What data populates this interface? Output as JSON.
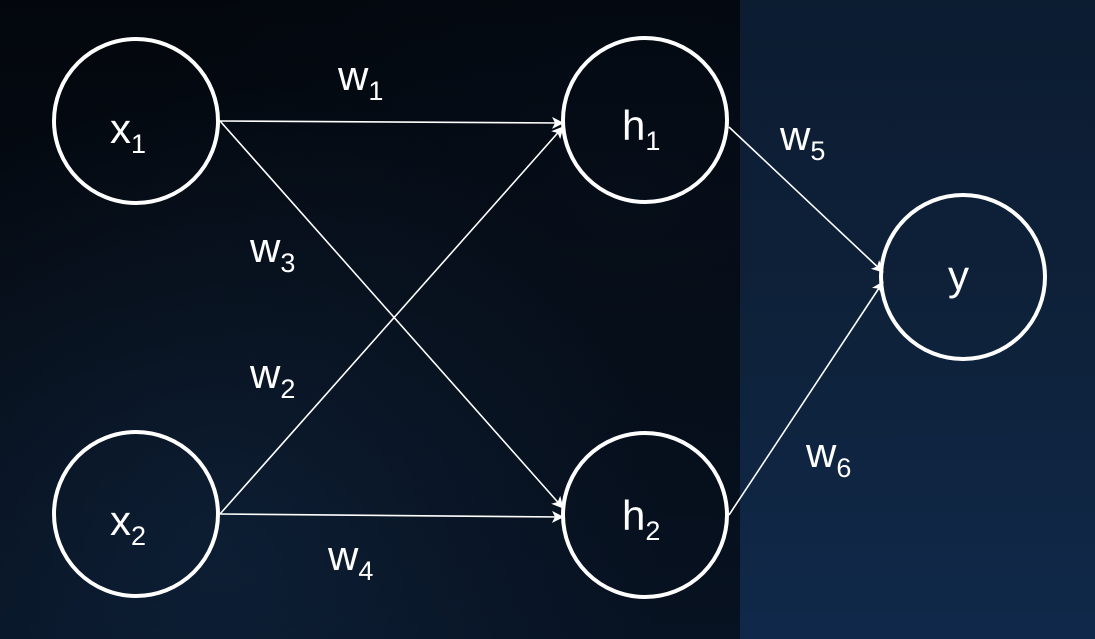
{
  "colors": {
    "background_left": "#03070d",
    "background_right": "#0e223b",
    "stroke": "#ffffff",
    "text": "#ffffff"
  },
  "nodes": {
    "x1": {
      "base": "x",
      "sub": "1"
    },
    "x2": {
      "base": "x",
      "sub": "2"
    },
    "h1": {
      "base": "h",
      "sub": "1"
    },
    "h2": {
      "base": "h",
      "sub": "2"
    },
    "y": {
      "base": "y",
      "sub": ""
    }
  },
  "edges": {
    "w1": {
      "base": "w",
      "sub": "1",
      "from": "x1",
      "to": "h1"
    },
    "w2": {
      "base": "w",
      "sub": "2",
      "from": "x2",
      "to": "h1"
    },
    "w3": {
      "base": "w",
      "sub": "3",
      "from": "x1",
      "to": "h2"
    },
    "w4": {
      "base": "w",
      "sub": "4",
      "from": "x2",
      "to": "h2"
    },
    "w5": {
      "base": "w",
      "sub": "5",
      "from": "h1",
      "to": "y"
    },
    "w6": {
      "base": "w",
      "sub": "6",
      "from": "h2",
      "to": "y"
    }
  }
}
